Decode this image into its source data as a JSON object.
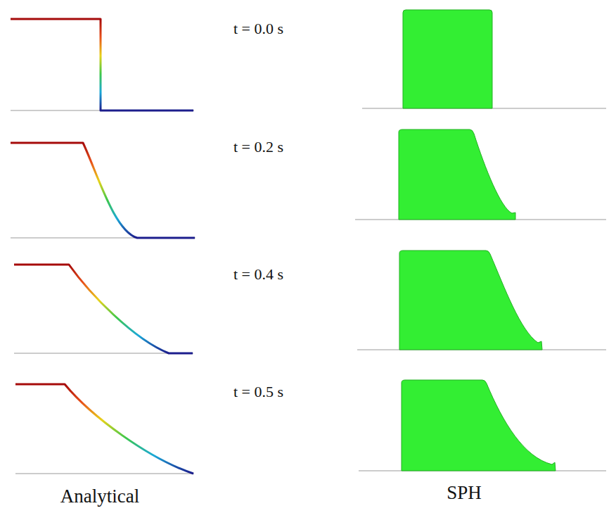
{
  "diagram": {
    "labels": [
      "t = 0.0 s",
      "t = 0.2 s",
      "t = 0.4 s",
      "t = 0.5 s",
      "Analytical",
      "SPH"
    ]
  }
}
